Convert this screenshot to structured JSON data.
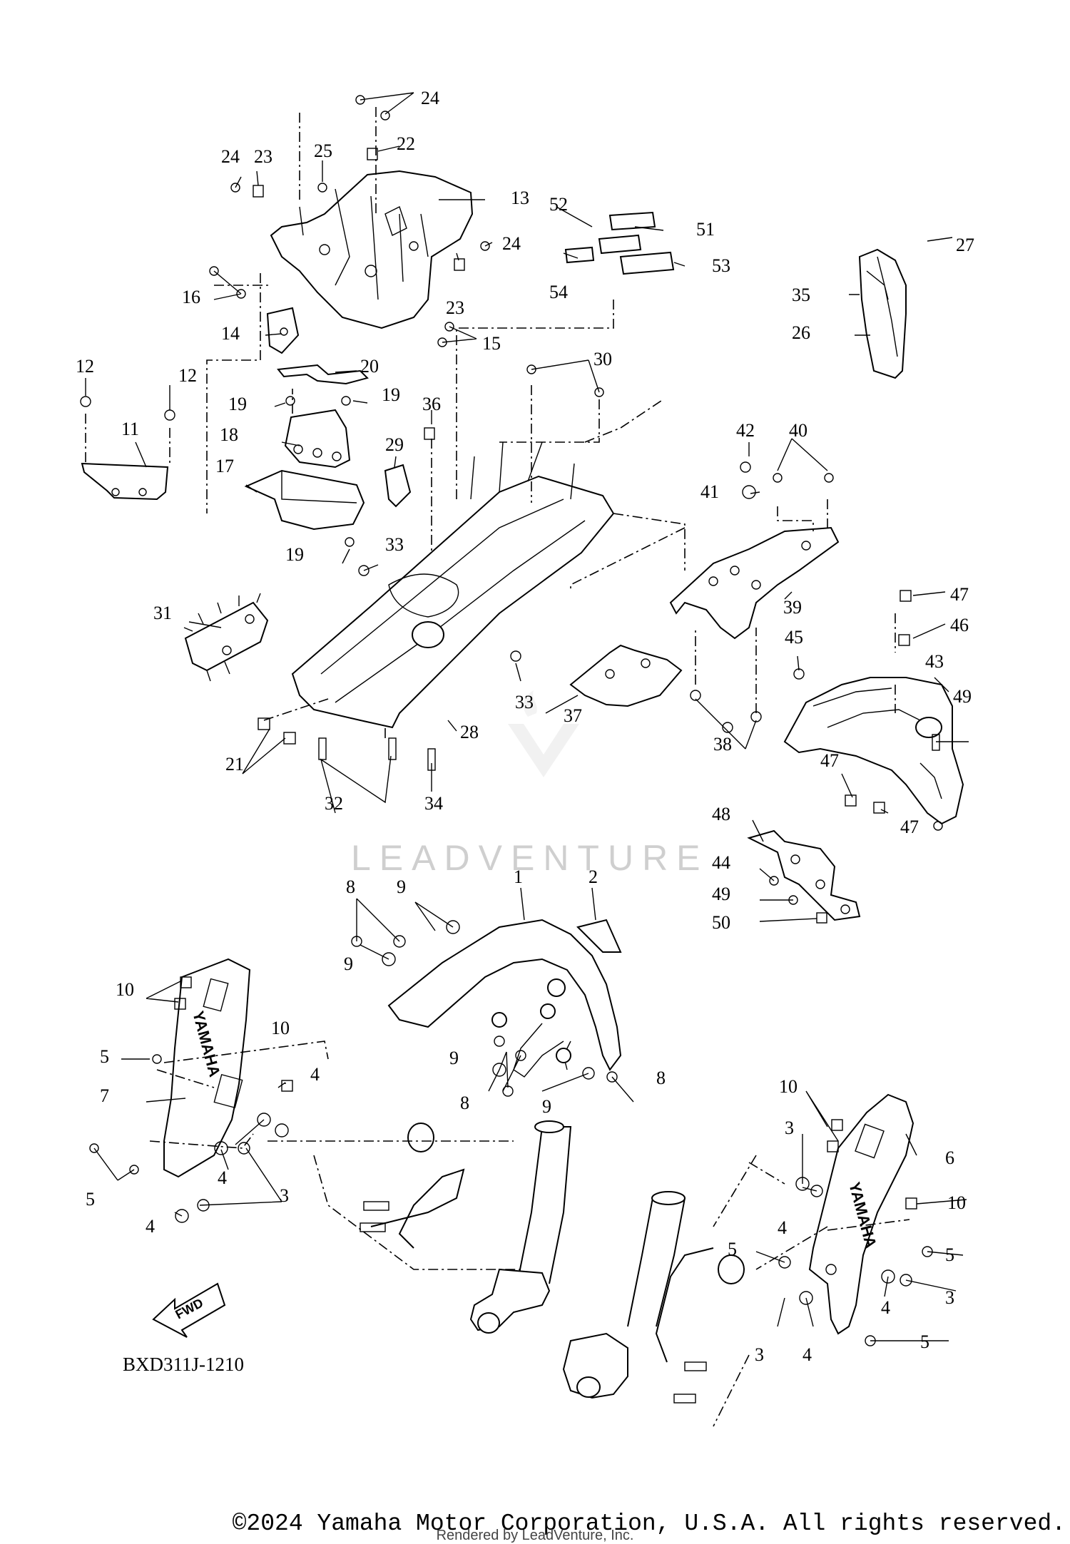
{
  "diagram": {
    "code": "BXD311J-1210",
    "fwd_label": "FWD",
    "watermark": "LEADVENTURE",
    "brand_marks": [
      "YAMAHA",
      "YAMAHA"
    ],
    "callouts": [
      "24",
      "24",
      "23",
      "25",
      "22",
      "13",
      "24",
      "23",
      "15",
      "16",
      "14",
      "52",
      "51",
      "53",
      "54",
      "27",
      "35",
      "26",
      "12",
      "12",
      "11",
      "20",
      "19",
      "19",
      "18",
      "17",
      "19",
      "36",
      "29",
      "30",
      "33",
      "31",
      "21",
      "32",
      "34",
      "28",
      "33",
      "37",
      "42",
      "40",
      "41",
      "39",
      "47",
      "46",
      "45",
      "43",
      "49",
      "47",
      "47",
      "38",
      "48",
      "44",
      "49",
      "50",
      "1",
      "2",
      "8",
      "9",
      "9",
      "10",
      "5",
      "7",
      "10",
      "4",
      "5",
      "4",
      "3",
      "4",
      "9",
      "8",
      "9",
      "8",
      "10",
      "3",
      "6",
      "10",
      "4",
      "5",
      "5",
      "3",
      "4",
      "3",
      "4",
      "5"
    ]
  },
  "footer": {
    "copyright": "©2024 Yamaha Motor Corporation, U.S.A. All rights reserved.",
    "rendered_by": "Rendered by LeadVenture, Inc."
  }
}
